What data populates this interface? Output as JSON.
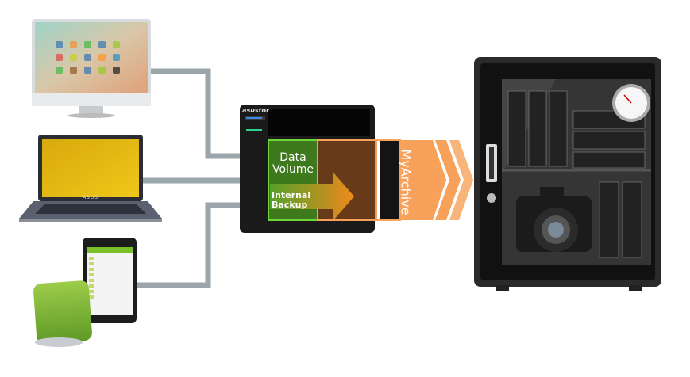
{
  "devices": {
    "laptop_brand": "ASUS"
  },
  "nas": {
    "brand": "asustor",
    "data_volume_label": "Data Volume",
    "internal_backup_label": "Internal Backup"
  },
  "archive": {
    "label": "MyArchive"
  },
  "colors": {
    "connector": "#9aa6a9",
    "data_volume": "#4caf2a",
    "backup_arrow": "#f08a1c",
    "myarchive": "#f7a15a"
  }
}
